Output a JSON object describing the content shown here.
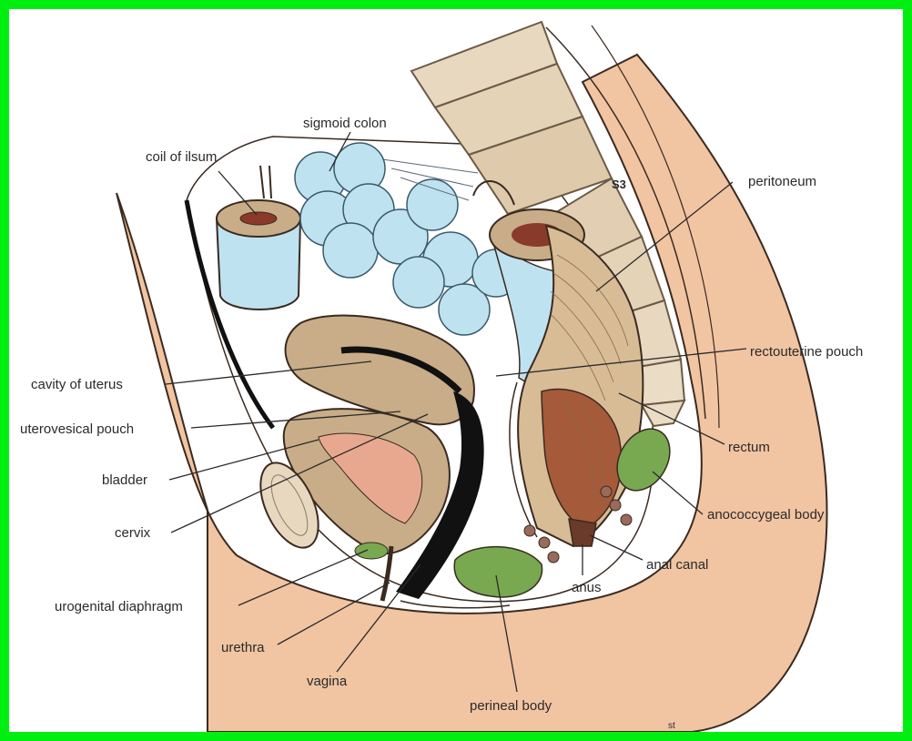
{
  "colors": {
    "frame": "#00ef11",
    "skin": "#f1c4a2",
    "tan": "#c8ad88",
    "colon": "#bfe2f1",
    "muscle": "#a55a3a",
    "green": "#78a850",
    "black": "#111111"
  },
  "labels": {
    "coil_of_ileum": "coil of ilsum",
    "sigmoid_colon": "sigmoid colon",
    "peritoneum": "peritoneum",
    "s3": "S3",
    "rectouterine_pouch": "rectouterine pouch",
    "cavity_of_uterus": "cavity of uterus",
    "uterovesical_pouch": "uterovesical pouch",
    "rectum": "rectum",
    "bladder": "bladder",
    "anococcygeal_body": "anococcygeal body",
    "cervix": "cervix",
    "anal_canal": "anal canal",
    "anus": "anus",
    "urogenital_diaphragm": "urogenital diaphragm",
    "urethra": "urethra",
    "vagina": "vagina",
    "perineal_body": "perineal body",
    "corner_mark": "st"
  }
}
